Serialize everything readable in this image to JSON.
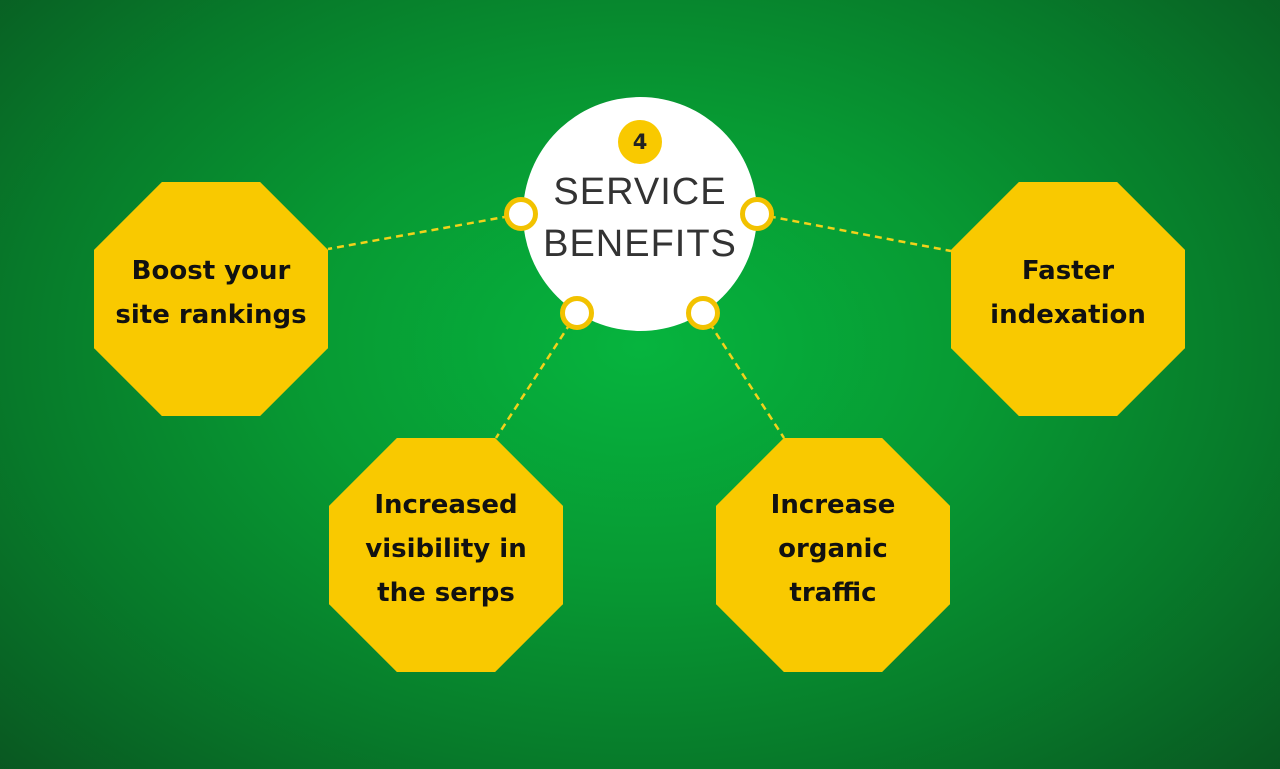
{
  "hub": {
    "count": "4",
    "title_line1": "SERVICE",
    "title_line2": "BENEFITS"
  },
  "benefits": [
    {
      "label": "Boost your site rankings"
    },
    {
      "label": "Faster indexation"
    },
    {
      "label": "Increased visibility in the serps"
    },
    {
      "label": "Increase organic traffic"
    }
  ],
  "colors": {
    "accent": "#f9c900",
    "background": "#07a035",
    "hub": "#ffffff"
  }
}
